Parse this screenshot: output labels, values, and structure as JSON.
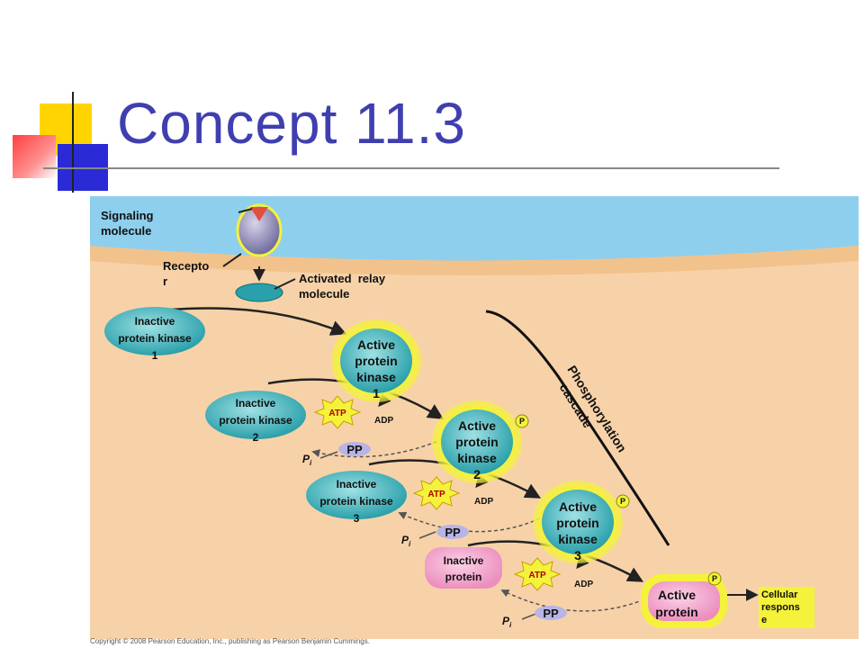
{
  "slide": {
    "title": "Concept 11.3",
    "copyright": "Copyright © 2008 Pearson Education, Inc., publishing as Pearson Benjamin Cummings."
  },
  "diagram": {
    "signaling_molecule": [
      "Signaling",
      "molecule"
    ],
    "receptor": [
      "Recepto",
      "r"
    ],
    "activated_relay": [
      "Activated  relay",
      "molecule"
    ],
    "inactive_kinase_1": [
      "Inactive",
      "protein kinase",
      "1"
    ],
    "active_kinase_1": [
      "Active",
      "protein",
      "kinase",
      "1"
    ],
    "inactive_kinase_2": [
      "Inactive",
      "protein kinase",
      "2"
    ],
    "active_kinase_2": [
      "Active",
      "protein",
      "kinase",
      "2"
    ],
    "inactive_kinase_3": [
      "Inactive",
      "protein kinase",
      "3"
    ],
    "active_kinase_3": [
      "Active",
      "protein",
      "kinase",
      "3"
    ],
    "inactive_protein": [
      "Inactive",
      "protein"
    ],
    "active_protein": [
      "Active",
      "protein"
    ],
    "cellular_response": [
      "Cellular",
      "respons",
      "e"
    ],
    "cascade_label": [
      "Phosphorylation",
      "cascade"
    ],
    "atp": "ATP",
    "adp": "ADP",
    "pp": "PP",
    "p": "P",
    "pi_main": "P",
    "pi_sub": "i"
  },
  "colors": {
    "title": "#3f3fb0",
    "extracellular": "#8ecfee",
    "cytoplasm": "#f7d2a8",
    "membrane": "#f2c28c",
    "kinase_teal": "#3bb0b8",
    "glow_yellow": "#f4f23a",
    "protein_pink": "#f0a0c8",
    "pp_purple": "#b8b4e6"
  }
}
